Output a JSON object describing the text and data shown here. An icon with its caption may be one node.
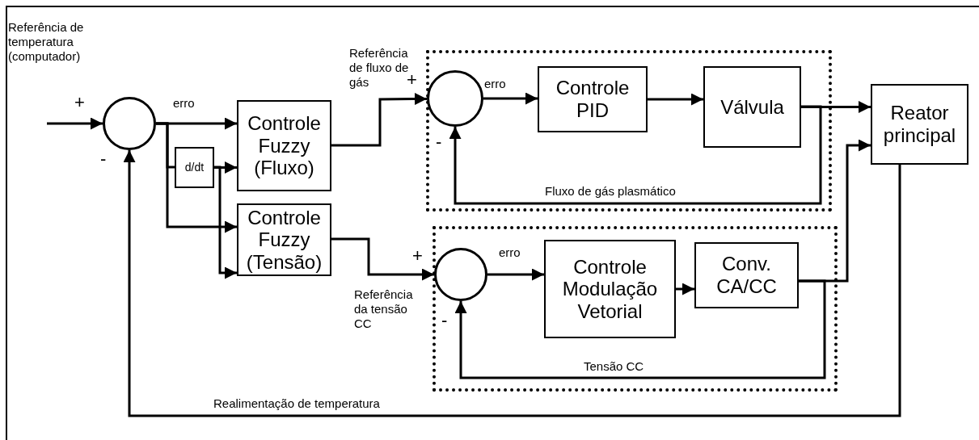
{
  "diagram": {
    "nodes": [
      {
        "text": [],
        "shape": "circle"
      },
      {
        "text": [
          "d/dt"
        ]
      },
      {
        "text": [
          "Controle Fuzzy (Fluxo)"
        ]
      },
      {
        "text": [
          "Controle Fuzzy (Tensão)"
        ]
      },
      {
        "text": [],
        "shape": "box"
      },
      {
        "text": [],
        "shape": "circle",
        "in": 4
      },
      {
        "text": [
          "Controle PID"
        ],
        "in": 4
      },
      {
        "text": [
          "Válvula"
        ],
        "in": 4
      },
      {
        "text": [
          "Reator principal"
        ]
      },
      {
        "text": [],
        "shape": "box"
      },
      {
        "text": [],
        "shape": "circle",
        "in": 9
      },
      {
        "text": [
          "Controle Modulação Vetorial"
        ],
        "in": 9
      },
      {
        "text": [
          "Conv. CA/CC"
        ],
        "in": 9
      }
    ],
    "edges": [
      {
        "from": null,
        "to": 0,
        "arrow": "to"
      },
      {
        "from": 0,
        "to": 2,
        "arrow": "to",
        "label": "erro"
      },
      {
        "from": 0,
        "to": 1,
        "arrow": "none"
      },
      {
        "from": 1,
        "to": 2,
        "arrow": "to"
      },
      {
        "from": 0,
        "to": 3,
        "arrow": "to"
      },
      {
        "from": 1,
        "to": 3,
        "arrow": "to"
      },
      {
        "from": 2,
        "to": 5,
        "arrow": "to"
      },
      {
        "from": 5,
        "to": 6,
        "arrow": "to",
        "label": "erro"
      },
      {
        "from": 6,
        "to": 7,
        "arrow": "to"
      },
      {
        "from": 7,
        "to": 8,
        "arrow": "to"
      },
      {
        "from": 7,
        "to": 5,
        "arrow": "to",
        "label": "Fluxo de gás plasmático"
      },
      {
        "from": 3,
        "to": 10,
        "arrow": "to"
      },
      {
        "from": 10,
        "to": 11,
        "arrow": "to",
        "label": "erro"
      },
      {
        "from": 11,
        "to": 12,
        "arrow": "to"
      },
      {
        "from": 12,
        "to": 8,
        "arrow": "to"
      },
      {
        "from": 12,
        "to": 10,
        "arrow": "to",
        "label": "Tensão CC"
      },
      {
        "from": 8,
        "to": 0,
        "arrow": "to",
        "label": "Realimentação de temperatura"
      }
    ],
    "labels": [
      "Referência de temperatura (computador)",
      "+",
      "-",
      "Referência de fluxo de gás",
      "+",
      "-",
      "+",
      "Referência da tensão CC",
      "-"
    ]
  }
}
